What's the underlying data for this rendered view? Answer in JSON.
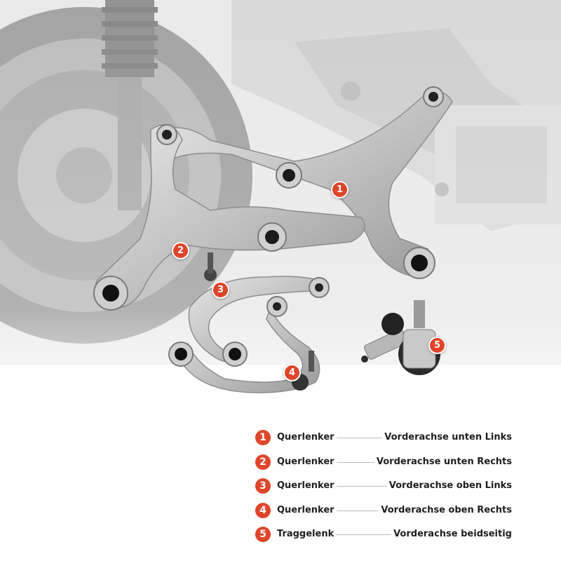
{
  "photo_badges": [
    "1",
    "2",
    "3",
    "4",
    "5"
  ],
  "colors": {
    "accent": "#e0452a",
    "text": "#1e1e1e",
    "divider": "#bdbdbd"
  },
  "legend": [
    {
      "num": "1",
      "name": "Querlenker",
      "desc": "Vorderachse unten Links"
    },
    {
      "num": "2",
      "name": "Querlenker",
      "desc": "Vorderachse unten Rechts"
    },
    {
      "num": "3",
      "name": "Querlenker",
      "desc": "Vorderachse oben Links"
    },
    {
      "num": "4",
      "name": "Querlenker",
      "desc": "Vorderachse oben Rechts"
    },
    {
      "num": "5",
      "name": "Traggelenk",
      "desc": "Vorderachse beidseitig"
    }
  ]
}
